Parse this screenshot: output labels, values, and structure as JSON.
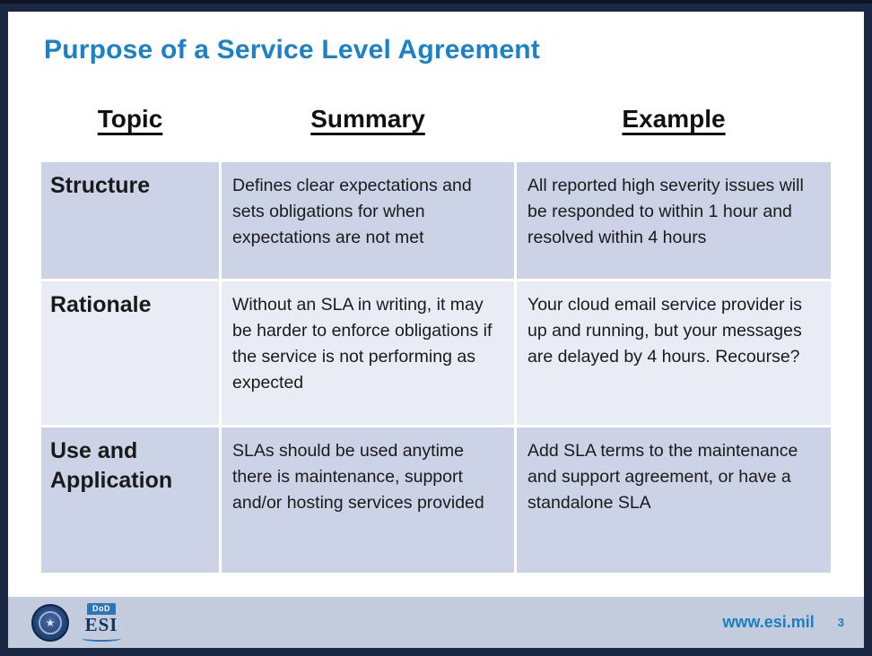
{
  "title": "Purpose of a Service Level Agreement",
  "table": {
    "headers": [
      "Topic",
      "Summary",
      "Example"
    ],
    "rows": [
      {
        "topic": "Structure",
        "summary": "Defines clear expectations and sets obligations for when expectations are not met",
        "example": "All reported high severity issues will be responded to within 1 hour and resolved within 4 hours"
      },
      {
        "topic": "Rationale",
        "summary": "Without an SLA in writing, it may be harder to enforce obligations if the service is not performing as expected",
        "example": "Your cloud email service provider is up and running, but your messages are delayed by 4 hours. Recourse?"
      },
      {
        "topic": "Use and Application",
        "summary": "SLAs should be used anytime there is maintenance, support and/or hosting services provided",
        "example": "Add SLA terms to the maintenance and support agreement, or have a standalone SLA"
      }
    ]
  },
  "footer": {
    "logo_dod": "DoD",
    "logo_esi": "ESI",
    "seal_glyph": "★",
    "website": "www.esi.mil",
    "page_number": "3"
  },
  "colors": {
    "title_blue": "#1b82c7",
    "row_dark": "#ccd3e6",
    "row_light": "#e9ecf5",
    "footer_bg": "#c2ccdd",
    "border_navy": "#1a2742",
    "link_blue": "#1b7ec2"
  }
}
